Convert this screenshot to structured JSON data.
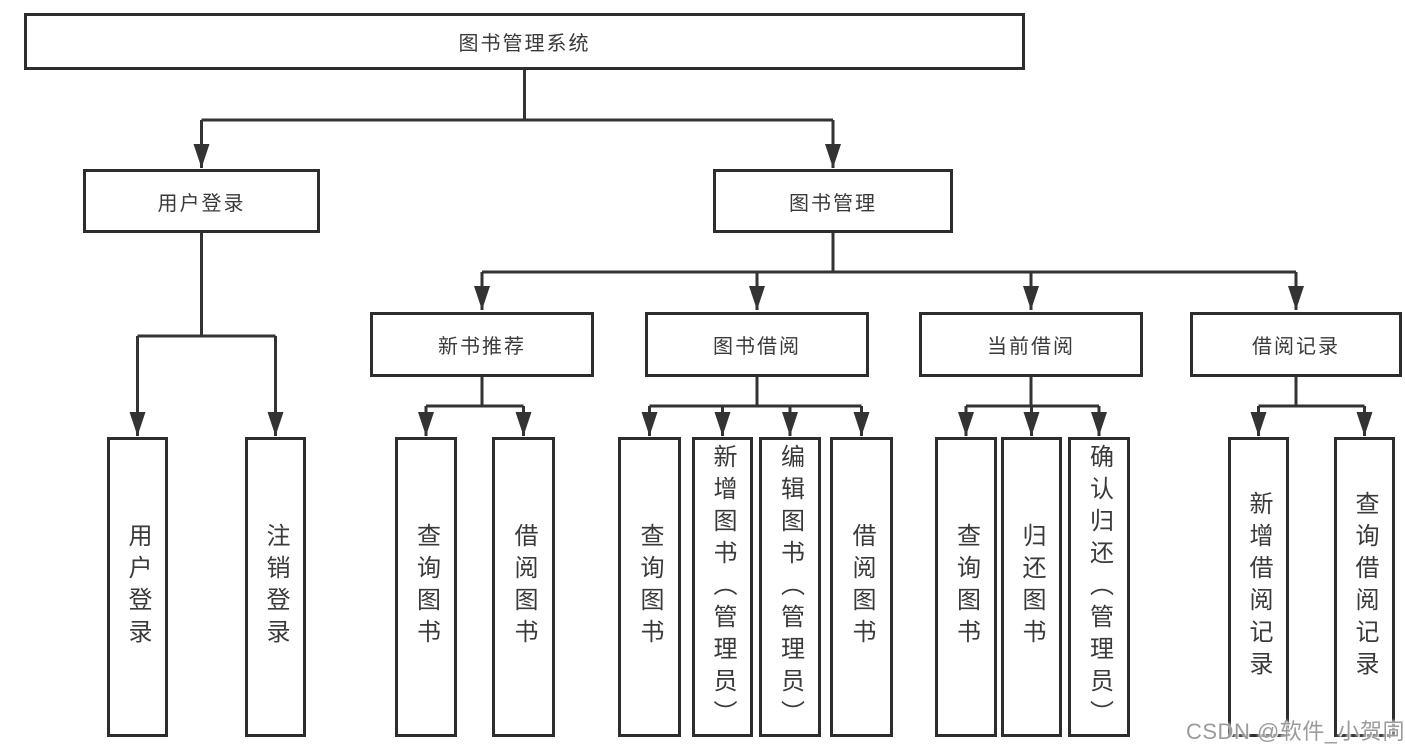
{
  "diagram": {
    "type": "hierarchy-tree",
    "colors": {
      "background": "#ffffff",
      "line": "#333333",
      "box_border": "#2d2d2d",
      "box_background": "#ffffff",
      "text": "#3a3a3a",
      "watermark_text": "#9b9b9b"
    }
  },
  "tree": {
    "label": "图书管理系统",
    "children": [
      {
        "label": "用户登录",
        "children": [
          {
            "label": "用户登录"
          },
          {
            "label": "注销登录"
          }
        ]
      },
      {
        "label": "图书管理",
        "children": [
          {
            "label": "新书推荐",
            "children": [
              {
                "label": "查询图书"
              },
              {
                "label": "借阅图书"
              }
            ]
          },
          {
            "label": "图书借阅",
            "children": [
              {
                "label": "查询图书"
              },
              {
                "label": "新增图书（管理员）"
              },
              {
                "label": "编辑图书（管理员）"
              },
              {
                "label": "借阅图书"
              }
            ]
          },
          {
            "label": "当前借阅",
            "children": [
              {
                "label": "查询图书"
              },
              {
                "label": "归还图书"
              },
              {
                "label": "确认归还（管理员）"
              }
            ]
          },
          {
            "label": "借阅记录",
            "children": [
              {
                "label": "新增借阅记录"
              },
              {
                "label": "查询借阅记录"
              }
            ]
          }
        ]
      }
    ]
  },
  "watermark": {
    "text": "CSDN @软件_小贺同学"
  }
}
